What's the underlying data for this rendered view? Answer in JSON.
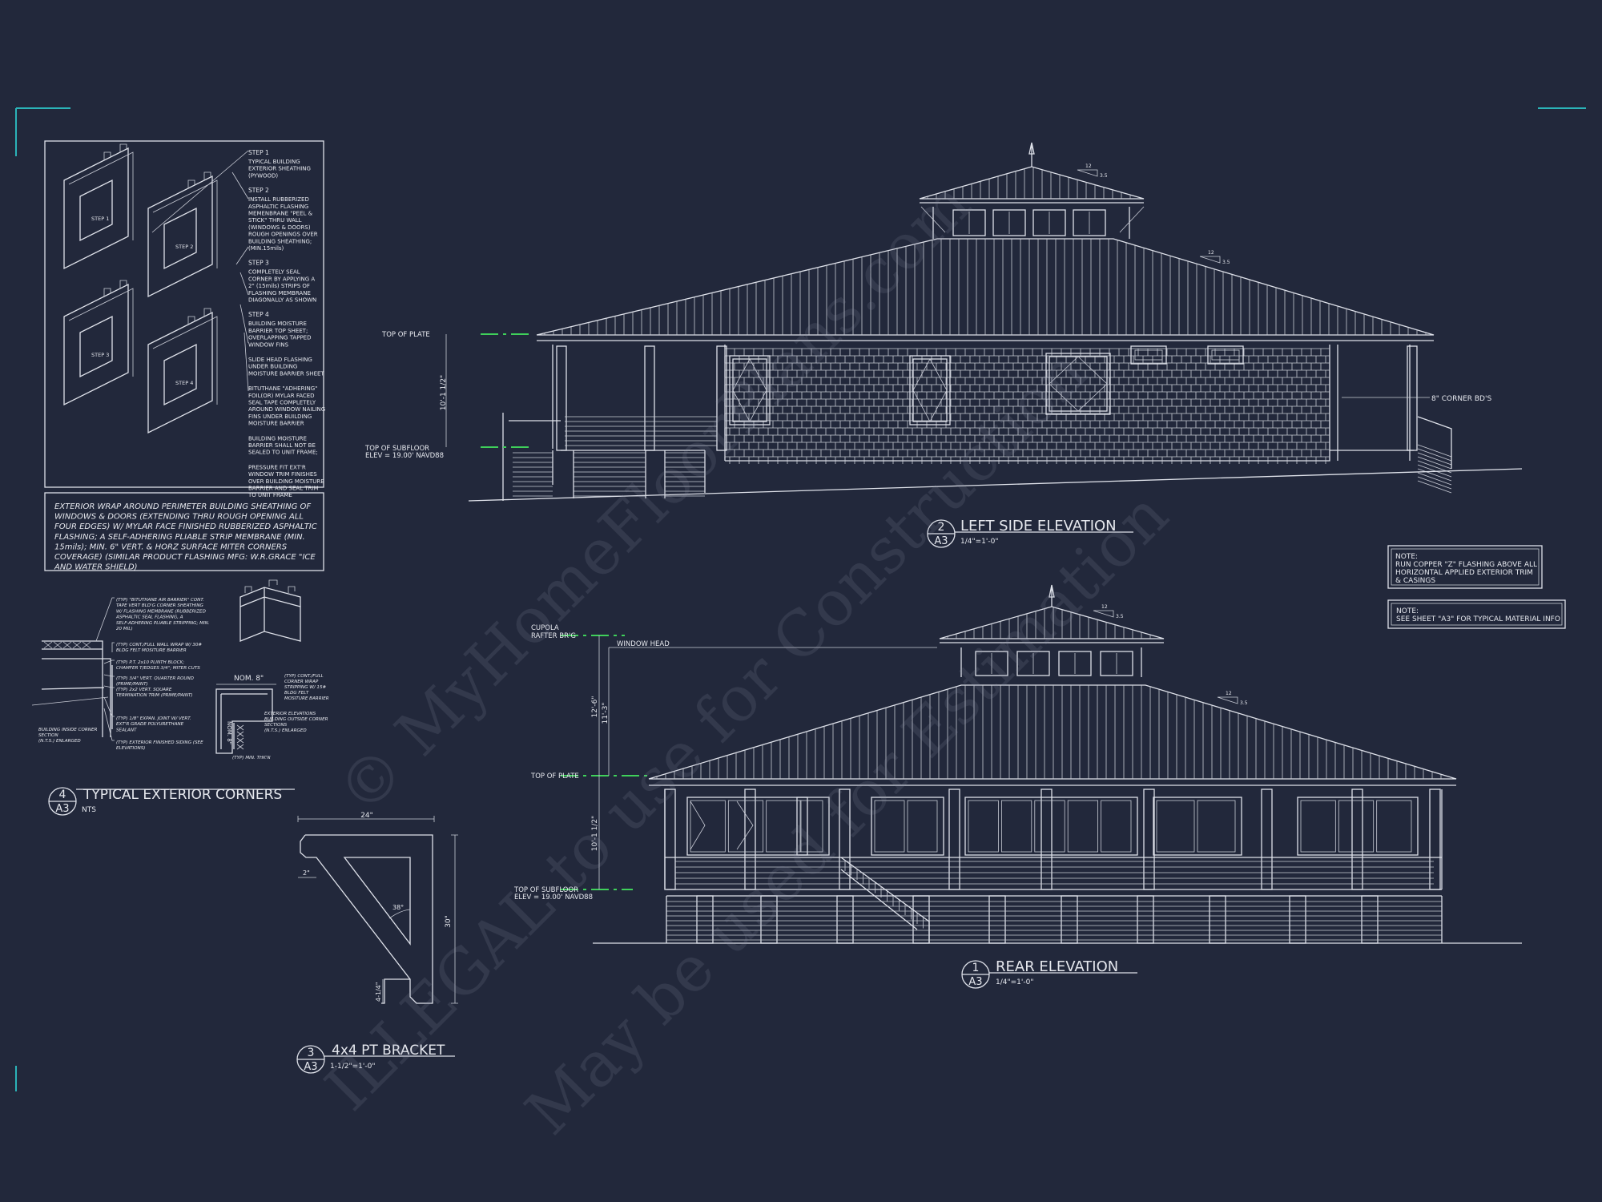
{
  "colors": {
    "background": "#22283b",
    "linework": "#dfe2ea",
    "level_marker": "#3fd05a",
    "corner_mark": "#2bb3b8"
  },
  "watermark": [
    "© MyHomeFloorPlans.com",
    "ILLEGAL to use for Construction",
    "May be used for Estimation"
  ],
  "flashing_steps": [
    {
      "title": "STEP 1",
      "lines": [
        "TYPICAL BUILDING",
        "EXTERIOR SHEATHING",
        "(PYWOOD)"
      ]
    },
    {
      "title": "STEP 2",
      "lines": [
        "INSTALL RUBBERIZED",
        "ASPHALTIC FLASHING",
        "MEMENBRANE \"PEEL &",
        "STICK\" THRU WALL",
        "(WINDOWS & DOORS)",
        "ROUGH OPENINGS  OVER",
        "BUILDING SHEATHING;",
        "(MIN.15mils)"
      ]
    },
    {
      "title": "STEP 3",
      "lines": [
        "COMPLETELY SEAL",
        "CORNER BY APPLYING A",
        "2\" (15mils) STRIPS OF",
        "FLASHING MEMBRANE",
        "DIAGONALLY AS SHOWN"
      ]
    },
    {
      "title": "STEP 4",
      "lines": [
        "BUILDING MOISTURE",
        "BARRIER TOP SHEET;",
        "OVERLAPPING TAPPED",
        "WINDOW FINS"
      ]
    },
    {
      "title": "",
      "lines": [
        "SLIDE HEAD FLASHING",
        "UNDER BUILDING",
        "MOISTURE BARRIER SHEET"
      ]
    },
    {
      "title": "",
      "lines": [
        "BITUTHANE \"ADHERING\"",
        "FOIL(OR) MYLAR FACED",
        "SEAL TAPE COMPLETELY",
        "AROUND WINDOW NAILING",
        "FINS UNDER BUILDING",
        "MOISTURE BARRIER"
      ]
    },
    {
      "title": "",
      "lines": [
        "BUILDING MOISTURE",
        "BARRIER SHALL NOT BE",
        "SEALED TO UNIT FRAME;"
      ]
    },
    {
      "title": "",
      "lines": [
        "PRESSURE FIT EXT'R",
        "WINDOW TRIM FINISHES",
        "OVER BUILDING MOISTURE",
        "BARRIER AND SEAL TRIM",
        "TO UNIT FRAME"
      ]
    }
  ],
  "step_tags": [
    "STEP 1",
    "STEP 2",
    "STEP 3",
    "STEP 4"
  ],
  "wrap_note": [
    "EXTERIOR WRAP AROUND PERIMETER BUILDING SHEATHING OF",
    "WINDOWS & DOORS (EXTENDING THRU ROUGH OPENING ALL",
    "FOUR EDGES) W/ MYLAR FACE FINISHED RUBBERIZED ASPHALTIC",
    "FLASHING; A SELF-ADHERING PLIABLE STRIP MEMBRANE (MIN.",
    "15mils); MIN. 6\" VERT. & HORZ SURFACE MITER CORNERS",
    "COVERAGE) (SIMILAR PRODUCT FLASHING MFG: W.R.GRACE \"ICE",
    "AND WATER SHIELD)"
  ],
  "corner_callouts": [
    [
      "(TYP) \"BITUTHANE AIR BARRIER\" CONT.",
      "TAPE VERT BLD'G CORNER SHEATHING",
      "W/ FLASHING MEMBRANE (RUBBERIZED",
      "ASPHALTIC SEAL FLASHING, A",
      "SELF-ADHERING PLIABLE STRIPPING; MIN.",
      "20 MIL)"
    ],
    [
      "(TYP) CONT./FULL WALL WRAP W/ 30#",
      "BLDG FELT MOSITURE BARRIER"
    ],
    [
      "(TYP) P.T. 2x10 PLINTH BLOCK;",
      "CHAMFER T/EDGES 3/4\"; MITER CUTS"
    ],
    [
      "(TYP) 3/4\" VERT. QUARTER ROUND",
      "(PRIME/PAINT)"
    ],
    [
      "(TYP) 2x2 VERT. SQUARE",
      "TERMINATION TRIM (PRIME/PAINT)"
    ],
    [
      "(TYP) 1/8\" EXPAN. JOINT W/ VERT.",
      "EXT'R GRADE POLYURETHANE",
      "SEALANT"
    ],
    [
      "(TYP) EXTERIOR FINISHED SIDING (SEE",
      "ELEVATIONS)"
    ]
  ],
  "corner_right_callout": [
    "(TYP) CONT./FULL",
    "CORNER WRAP",
    "STRIPPING W/ 15#",
    "BLDG FELT",
    "MOSITURE BARRIER"
  ],
  "inside_corner_label": [
    "BUILDING INSIDE CORNER",
    "SECTION",
    "(N.T.S.) ENLARGED"
  ],
  "outside_corner_label": [
    "EXTERIOR ELEVATIONS",
    "BUILDING OUTSIDE CORNER",
    "SECTIONS",
    "(N.T.S.) ENLARGED"
  ],
  "nom_8": "NOM. 8\"",
  "min_thk": "(TYP) MIN. THK'N",
  "details": [
    {
      "num": "4",
      "sheet": "A3",
      "title": "TYPICAL EXTERIOR CORNERS",
      "scale": "NTS"
    },
    {
      "num": "3",
      "sheet": "A3",
      "title": "4x4 PT BRACKET",
      "scale": "1-1/2\"=1'-0\""
    },
    {
      "num": "2",
      "sheet": "A3",
      "title": "LEFT SIDE ELEVATION",
      "scale": "1/4\"=1'-0\""
    },
    {
      "num": "1",
      "sheet": "A3",
      "title": "REAR ELEVATION",
      "scale": "1/4\"=1'-0\""
    }
  ],
  "bracket_dims": {
    "width": "24\"",
    "height": "30\"",
    "notch": "2\"",
    "angle": "38°",
    "foot": "4-1/4\""
  },
  "roof_pitch": {
    "run": "12",
    "rise": "3.5"
  },
  "left_elev": {
    "top_plate": "TOP OF PLATE",
    "subfloor": [
      "TOP OF SUBFLOOR",
      "ELEV = 19.00' NAVD88"
    ],
    "dim": "10'-1 1/2\"",
    "corner_bds": "8\" CORNER BD'S"
  },
  "rear_elev": {
    "cupola": [
      "CUPOLA",
      "RAFTER BR'G"
    ],
    "window_head": "WINDOW HEAD",
    "top_plate": "TOP OF PLATE",
    "subfloor": [
      "TOP OF SUBFLOOR",
      "ELEV = 19.00' NAVD88"
    ],
    "dim_cupola": "12'-6\"",
    "dim_window": "11'-3\"",
    "dim_wall": "10'-1 1/2\""
  },
  "notes": [
    [
      "NOTE:",
      "RUN COPPER \"Z\" FLASHING ABOVE ALL",
      "HORIZONTAL APPLIED EXTERIOR TRIM",
      "& CASINGS"
    ],
    [
      "NOTE:",
      "SEE SHEET \"A3\" FOR TYPICAL MATERIAL INFO"
    ]
  ]
}
